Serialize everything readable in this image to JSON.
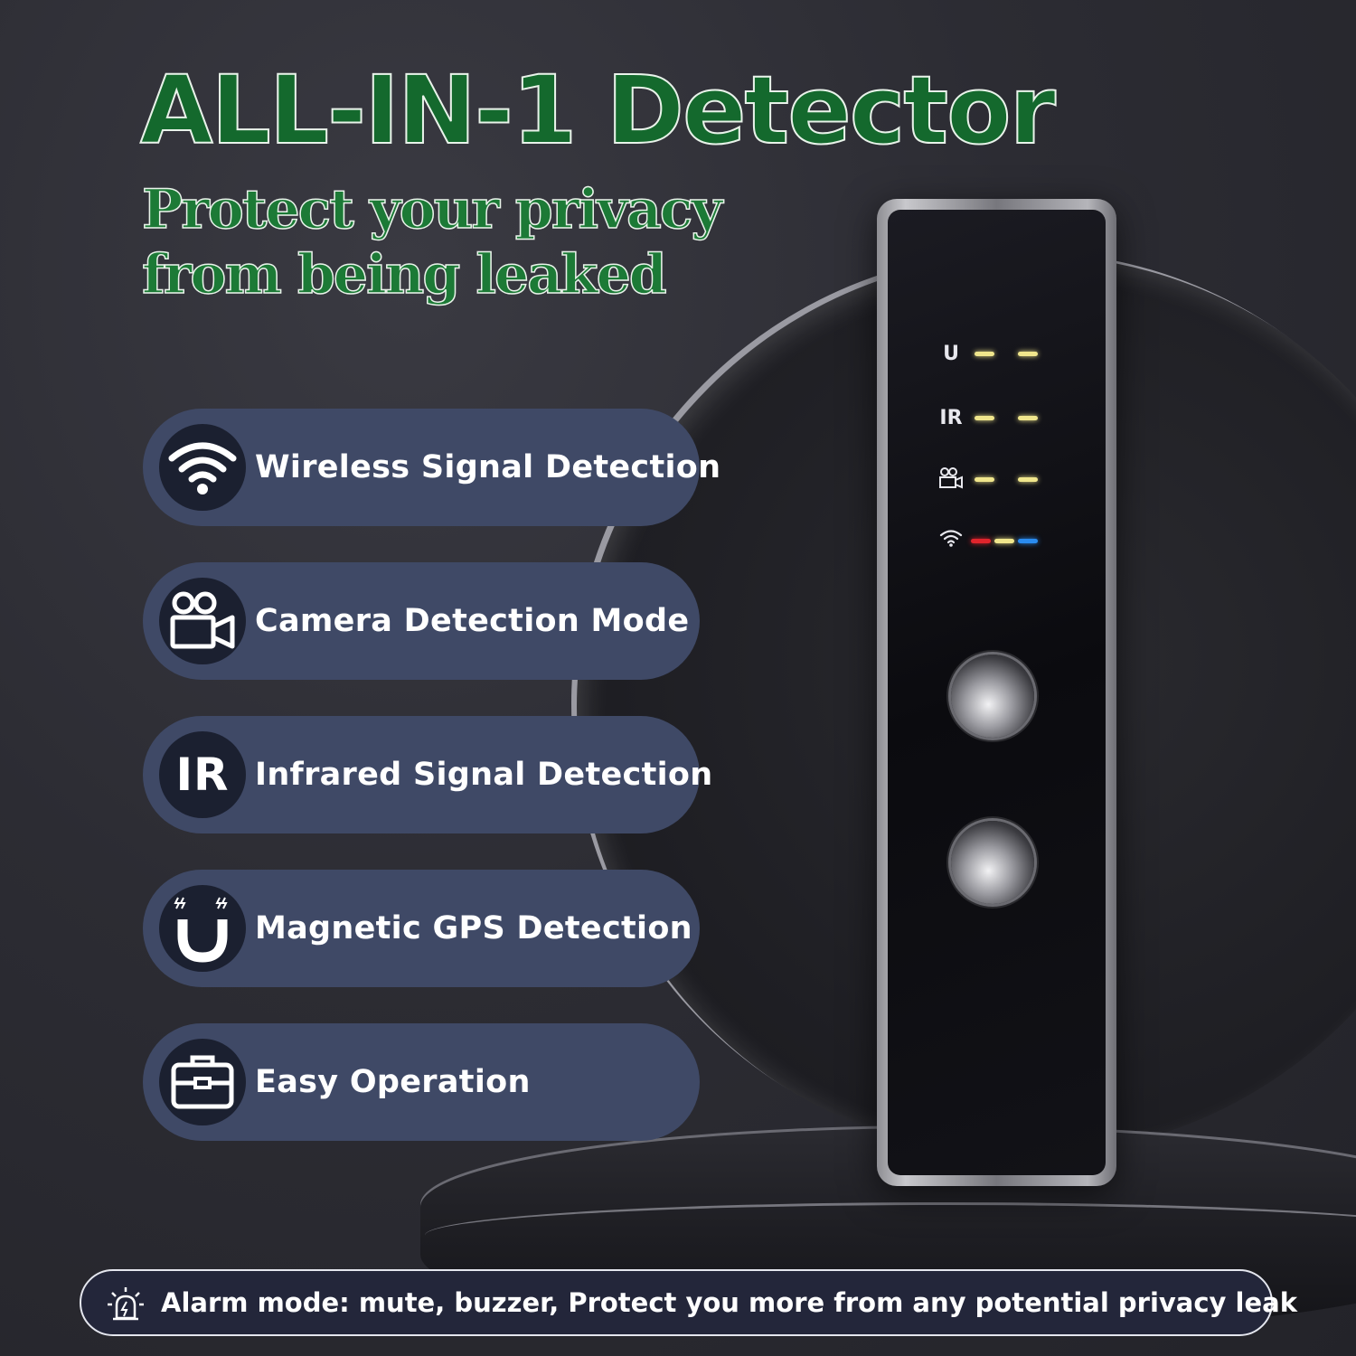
{
  "header": {
    "title": "ALL-IN-1 Detector",
    "subtitle_line1": "Protect your privacy",
    "subtitle_line2": "from being leaked"
  },
  "features": [
    {
      "label": "Wireless Signal Detection",
      "icon": "wifi-icon"
    },
    {
      "label": "Camera Detection Mode",
      "icon": "camera-icon"
    },
    {
      "label": "Infrared Signal Detection",
      "icon": "ir-icon",
      "icon_text": "IR"
    },
    {
      "label": "Magnetic GPS Detection",
      "icon": "magnet-icon"
    },
    {
      "label": "Easy Operation",
      "icon": "toolbox-icon"
    }
  ],
  "device": {
    "leds": [
      {
        "icon": "magnet-icon",
        "label": "U",
        "colors": [
          "#f0e68c",
          "#f0e68c"
        ]
      },
      {
        "icon": "ir-icon",
        "label": "IR",
        "colors": [
          "#f0e68c",
          "#f0e68c"
        ]
      },
      {
        "icon": "camera-icon",
        "colors": [
          "#f0e68c",
          "#f0e68c"
        ]
      },
      {
        "icon": "wifi-icon",
        "colors": [
          "#e0242c",
          "#f0e68c",
          "#2a8cf0"
        ]
      }
    ]
  },
  "banner": {
    "icon": "alarm-icon",
    "text": "Alarm mode: mute, buzzer,  Protect you more from any potential privacy leak"
  },
  "colors": {
    "title_green": "#14692d",
    "pill_bg": "#3f4966",
    "icon_circle_bg": "#1b2030"
  }
}
